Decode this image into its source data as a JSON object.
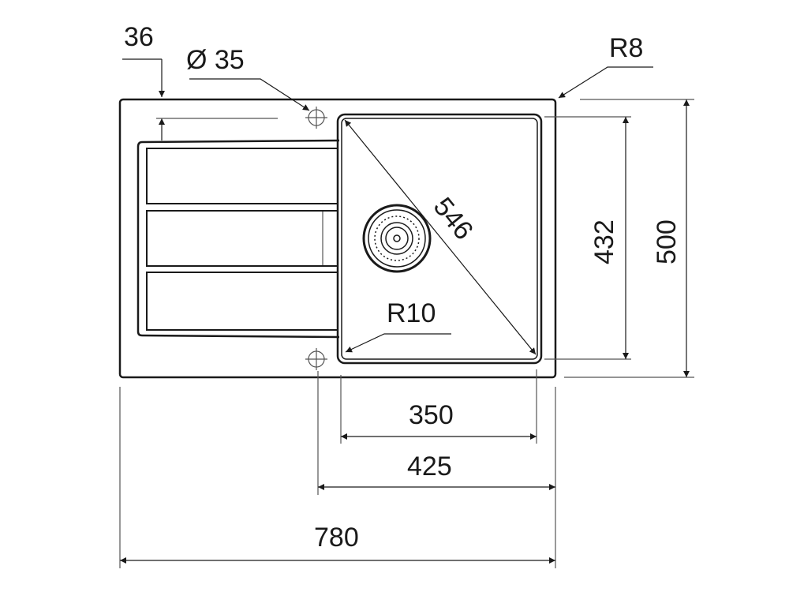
{
  "title": "Sink dimension drawing",
  "dimensions": {
    "offset": "36",
    "hole_diameter": "Ø 35",
    "corner_radius_outer": "R8",
    "diagonal": "546",
    "corner_radius_bowl": "R10",
    "bowl_depth": "432",
    "total_depth": "500",
    "bowl_width": "350",
    "cutout_width": "425",
    "total_width": "780"
  }
}
